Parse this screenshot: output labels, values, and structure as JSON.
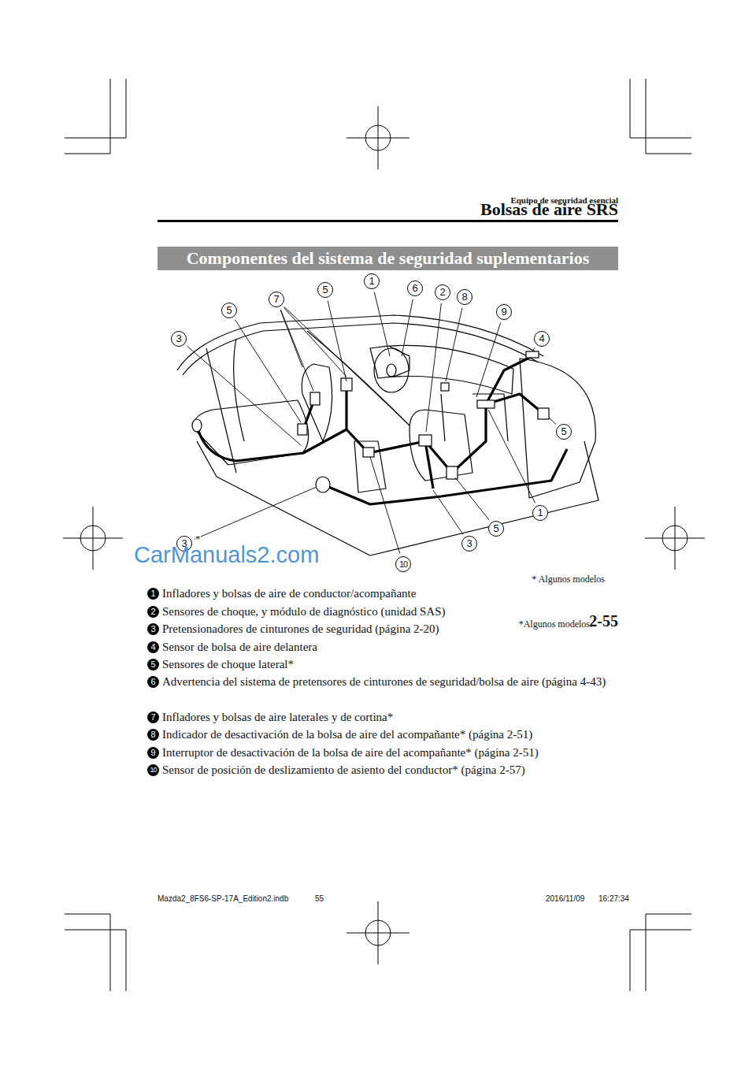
{
  "diagram": {
    "title": "Componentes del sistema de seguridad suplementarios",
    "labels": [
      "Equipo de seguridad esencial",
      "Bolsas de aire SRS",
      "5",
      "1",
      "6",
      "2",
      "8",
      "7",
      "5",
      "9",
      "3",
      "4",
      "5",
      "1",
      "5",
      "3",
      "3",
      "*",
      "10",
      "* Algunos modelos",
      "1",
      "Infladores y bolsas de aire de conductor/acompañante",
      "2",
      "Sensores de choque, y módulo de diagnóstico (unidad SAS)",
      "3",
      "Pretensionadores de cinturones de seguridad (página 2-20)",
      "4",
      "Sensor de bolsa de aire delantera",
      "5",
      "Sensores de choque lateral*",
      "6",
      "Advertencia del sistema de pretensores de cinturones de seguridad/bolsa de aire (página 4-43)",
      "7",
      "Infladores y bolsas de aire laterales y de cortina*",
      "8",
      "Indicador de desactivación de la bolsa de aire del acompañante* (página 2-51)",
      "9",
      "Interruptor de desactivación de la bolsa de aire del acompañante* (página 2-51)",
      "10",
      "Sensor de posición de deslizamiento de asiento del conductor* (página 2-57)",
      "*Algunos modelos.",
      "2-55",
      "Mazda2_8FS6-SP-17A_Edition2.indb",
      "55",
      "2016/11/09",
      "16:27:34",
      "CarManuals2.com"
    ]
  }
}
